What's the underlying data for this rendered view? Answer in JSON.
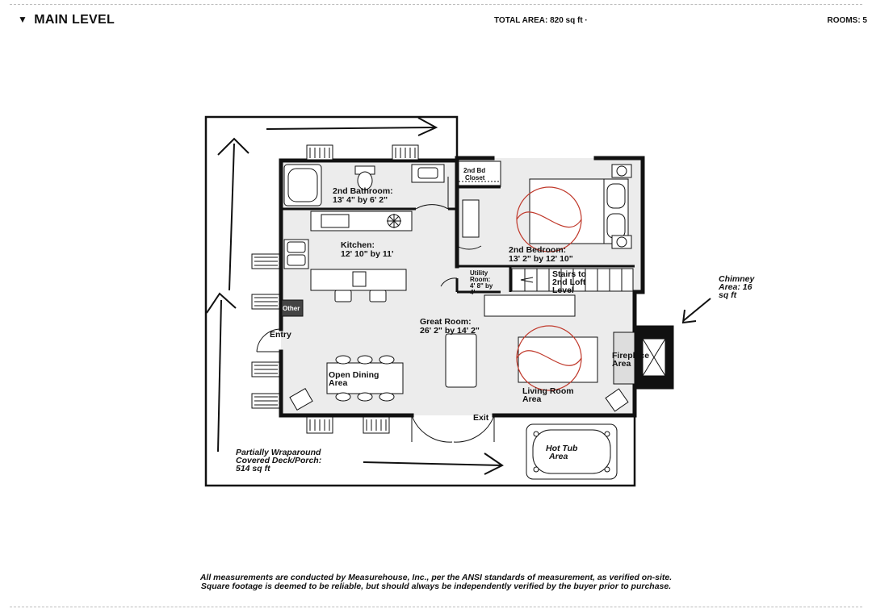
{
  "header": {
    "level_toggle_icon": "triangle-down-icon",
    "level_title": "MAIN LEVEL",
    "total_area": "TOTAL AREA: 820 sq ft ·",
    "rooms": "ROOMS: 5"
  },
  "floorplan": {
    "bathroom_name": "2nd Bathroom:",
    "bathroom_dims": "13' 4\" by 6' 2\"",
    "closet_line1": "2nd Bd",
    "closet_line2": "Closet",
    "bedroom_name": "2nd Bedroom:",
    "bedroom_dims": "13' 2\" by 12' 10\"",
    "kitchen_name": "Kitchen:",
    "kitchen_dims": "12' 10\" by 11'",
    "utility_line1": "Utility",
    "utility_line2": "Room:",
    "utility_line3": "4' 8\" by",
    "utility_line4": "4'",
    "stairs_line1": "Stairs to",
    "stairs_line2": "2nd Loft",
    "stairs_line3": "Level",
    "other_label": "Other",
    "chimney_line1": "Chimney",
    "chimney_line2": "Area: 16",
    "chimney_line3": "sq ft",
    "entry_label": "Entry",
    "great_room_name": "Great Room:",
    "great_room_dims": "26' 2\" by 14' 2\"",
    "fireplace_line1": "Fireplace",
    "fireplace_line2": "Area",
    "dining_line1": "Open Dining",
    "dining_line2": "Area",
    "living_line1": "Living Room",
    "living_line2": "Area",
    "exit_label": "Exit",
    "hot_tub_line1": "Hot Tub",
    "hot_tub_line2": "Area",
    "deck_line1": "Partially Wraparound",
    "deck_line2": "Covered Deck/Porch:",
    "deck_line3": "514 sq ft",
    "accent_color": "#c0392b"
  },
  "footer": {
    "line1": "All measurements are conducted by Measurehouse, Inc., per the ANSI standards of measurement, as verified on-site.",
    "line2": "Square footage is deemed to be reliable, but should always be independently verified by the buyer prior to purchase."
  }
}
